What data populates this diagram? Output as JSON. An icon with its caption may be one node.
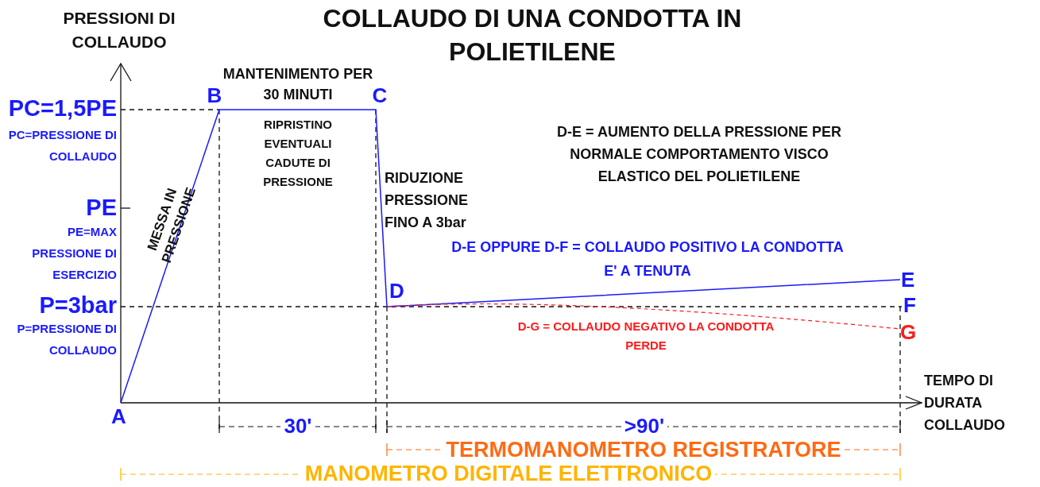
{
  "diagram": {
    "title": "COLLAUDO DI UNA CONDOTTA IN POLIETILENE",
    "labels": [
      "PRESSIONI DI COLLAUDO",
      "MANTENIMENTO PER 30 MINUTI",
      "PC=1,5PE",
      "B",
      "C",
      "PC=PRESSIONE DI COLLAUDO",
      "RIPRISTINO EVENTUALI CADUTE DI PRESSIONE",
      "D-E = AUMENTO DELLA PRESSIONE PER NORMALE COMPORTAMENTO VISCO ELASTICO DEL POLIETILENE",
      "MESSA IN PRESSIONE",
      "RIDUZIONE PRESSIONE FINO A 3bar",
      "PE",
      "PE=MAX PRESSIONE DI ESERCIZIO",
      "D-E OPPURE D-F = COLLAUDO POSITIVO LA CONDOTTA E' A TENUTA",
      "D",
      "E",
      "P=3bar",
      "F",
      "D-G = COLLAUDO NEGATIVO LA CONDOTTA PERDE",
      "G",
      "P=PRESSIONE DI COLLAUDO",
      "TEMPO DI DURATA COLLAUDO",
      "A",
      "30'",
      ">90'",
      "TERMOMANOMETRO REGISTRATORE",
      "MANOMETRO DIGITALE ELETTRONICO"
    ]
  }
}
